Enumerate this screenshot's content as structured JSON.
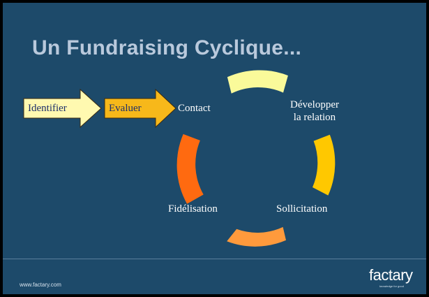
{
  "slide": {
    "title": "Un Fundraising Cyclique...",
    "arrows": [
      {
        "label": "Identifier",
        "fill": "#fff9b0"
      },
      {
        "label": "Evaluer",
        "fill": "#f7b81a"
      }
    ],
    "cycle": {
      "stages": [
        "Contact",
        "Développer la relation",
        "Sollicitation",
        "Fidélisation"
      ],
      "segment_colors": {
        "top": "#fafa9a",
        "right": "#ffc800",
        "bottom": "#ff9a3c",
        "left": "#ff6a10"
      }
    }
  },
  "labels": {
    "contact": "Contact",
    "developper_line1": "Développer",
    "developper_line2": "la relation",
    "sollicitation": "Sollicitation",
    "fidelisation": "Fidélisation"
  },
  "footer": {
    "url": "www.factary.com",
    "logo": "factary",
    "logo_tagline": "knowledge for good"
  },
  "colors": {
    "background": "#1d4a6a",
    "title": "#b9c9dc",
    "frame": "#000000"
  }
}
